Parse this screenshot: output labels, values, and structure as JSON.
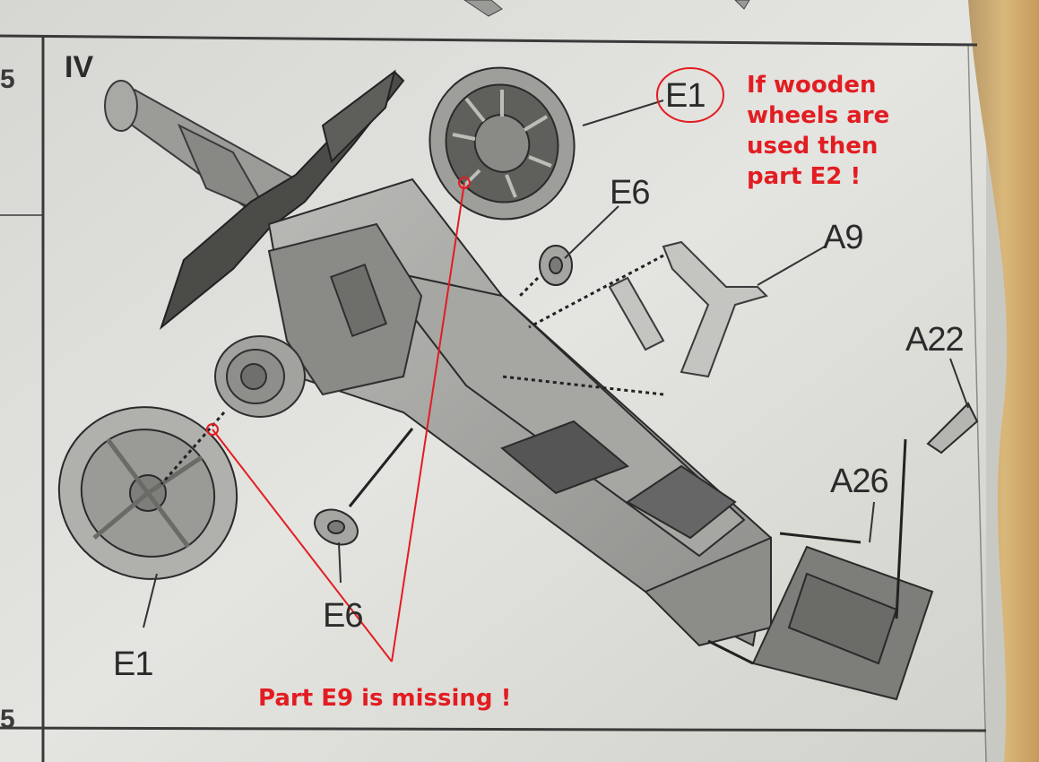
{
  "step": {
    "label": "IV"
  },
  "parts": {
    "E1_top": "E1",
    "E6_top": "E6",
    "A9": "A9",
    "A22": "A22",
    "A26": "A26",
    "E6_bottom": "E6",
    "E1_bottom": "E1"
  },
  "annotations": {
    "wooden_wheels": [
      "If wooden",
      "wheels are",
      "used then",
      "part E2 !"
    ],
    "missing_part": "Part E9 is missing !"
  },
  "edge_marks": {
    "left_top": "5",
    "left_bottom": "5"
  },
  "colors": {
    "annotation": "#e21d22",
    "paper": "#e6e6e2",
    "wood": "#c9a46a"
  }
}
